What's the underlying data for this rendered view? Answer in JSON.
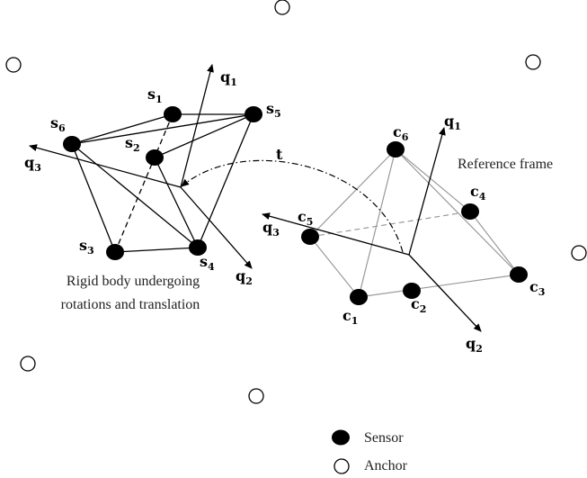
{
  "labels": {
    "s1": {
      "main": "s",
      "sub": "1"
    },
    "s2": {
      "main": "s",
      "sub": "2"
    },
    "s3": {
      "main": "s",
      "sub": "3"
    },
    "s4": {
      "main": "s",
      "sub": "4"
    },
    "s5": {
      "main": "s",
      "sub": "5"
    },
    "s6": {
      "main": "s",
      "sub": "6"
    },
    "c1": {
      "main": "c",
      "sub": "1"
    },
    "c2": {
      "main": "c",
      "sub": "2"
    },
    "c3": {
      "main": "c",
      "sub": "3"
    },
    "c4": {
      "main": "c",
      "sub": "4"
    },
    "c5": {
      "main": "c",
      "sub": "5"
    },
    "c6": {
      "main": "c",
      "sub": "6"
    },
    "left_q1": {
      "main": "q",
      "sub": "1"
    },
    "left_q2": {
      "main": "q",
      "sub": "2"
    },
    "left_q3": {
      "main": "q",
      "sub": "3"
    },
    "right_q1": {
      "main": "q",
      "sub": "1"
    },
    "right_q2": {
      "main": "q",
      "sub": "2"
    },
    "right_q3": {
      "main": "q",
      "sub": "3"
    },
    "t": "t"
  },
  "captions": {
    "reference_frame": "Reference frame",
    "rigid_body_line1": "Rigid body undergoing",
    "rigid_body_line2": "rotations and translation"
  },
  "legend": {
    "sensor": "Sensor",
    "anchor": "Anchor"
  }
}
